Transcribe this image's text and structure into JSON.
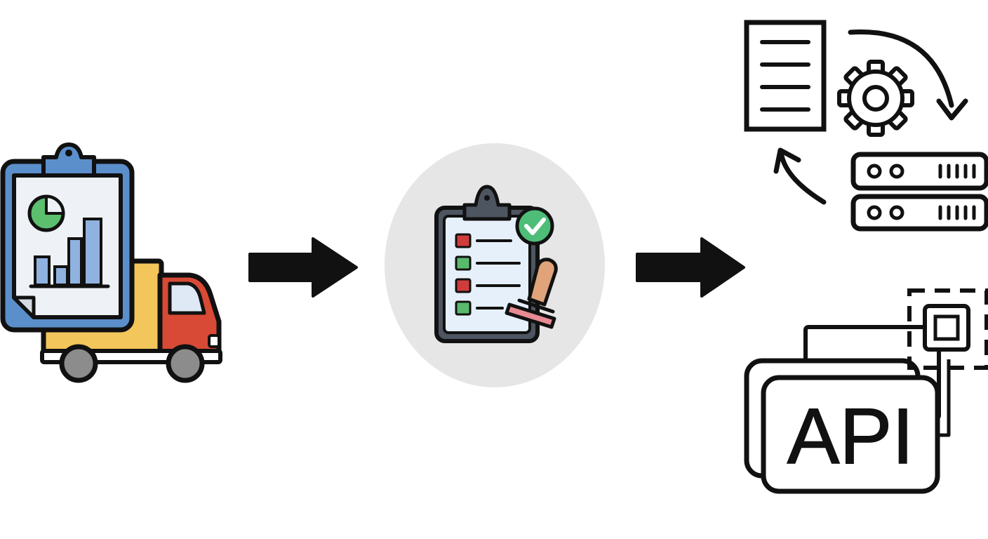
{
  "api_card": {
    "label": "API"
  },
  "stages": [
    {
      "id": "source",
      "icon": "report-clipboard-delivery-truck-icon"
    },
    {
      "id": "validation",
      "icon": "checklist-approval-stamp-icon"
    },
    {
      "id": "integration",
      "icons": [
        "document-processing-server-cycle-icon",
        "api-module-icon"
      ]
    }
  ],
  "colors": {
    "outline": "#111111",
    "clipboard_blue": "#5b8fcb",
    "paper": "#eef1f5",
    "chart_bar": "#8fb2e0",
    "pie_green": "#5cbf6e",
    "truck_red": "#d84a35",
    "truck_yellow": "#f2c65a",
    "wheel_gray": "#8c8c8c",
    "circle_gray": "#e6e6e6",
    "check_green": "#4ebd78",
    "item_red": "#cf3c3c",
    "item_green": "#5aba6c",
    "stamp_tan": "#e0a37a",
    "stamp_pink": "#e88a93",
    "clip_dark": "#4d5560",
    "checklist_paper": "#e6f0fb"
  }
}
